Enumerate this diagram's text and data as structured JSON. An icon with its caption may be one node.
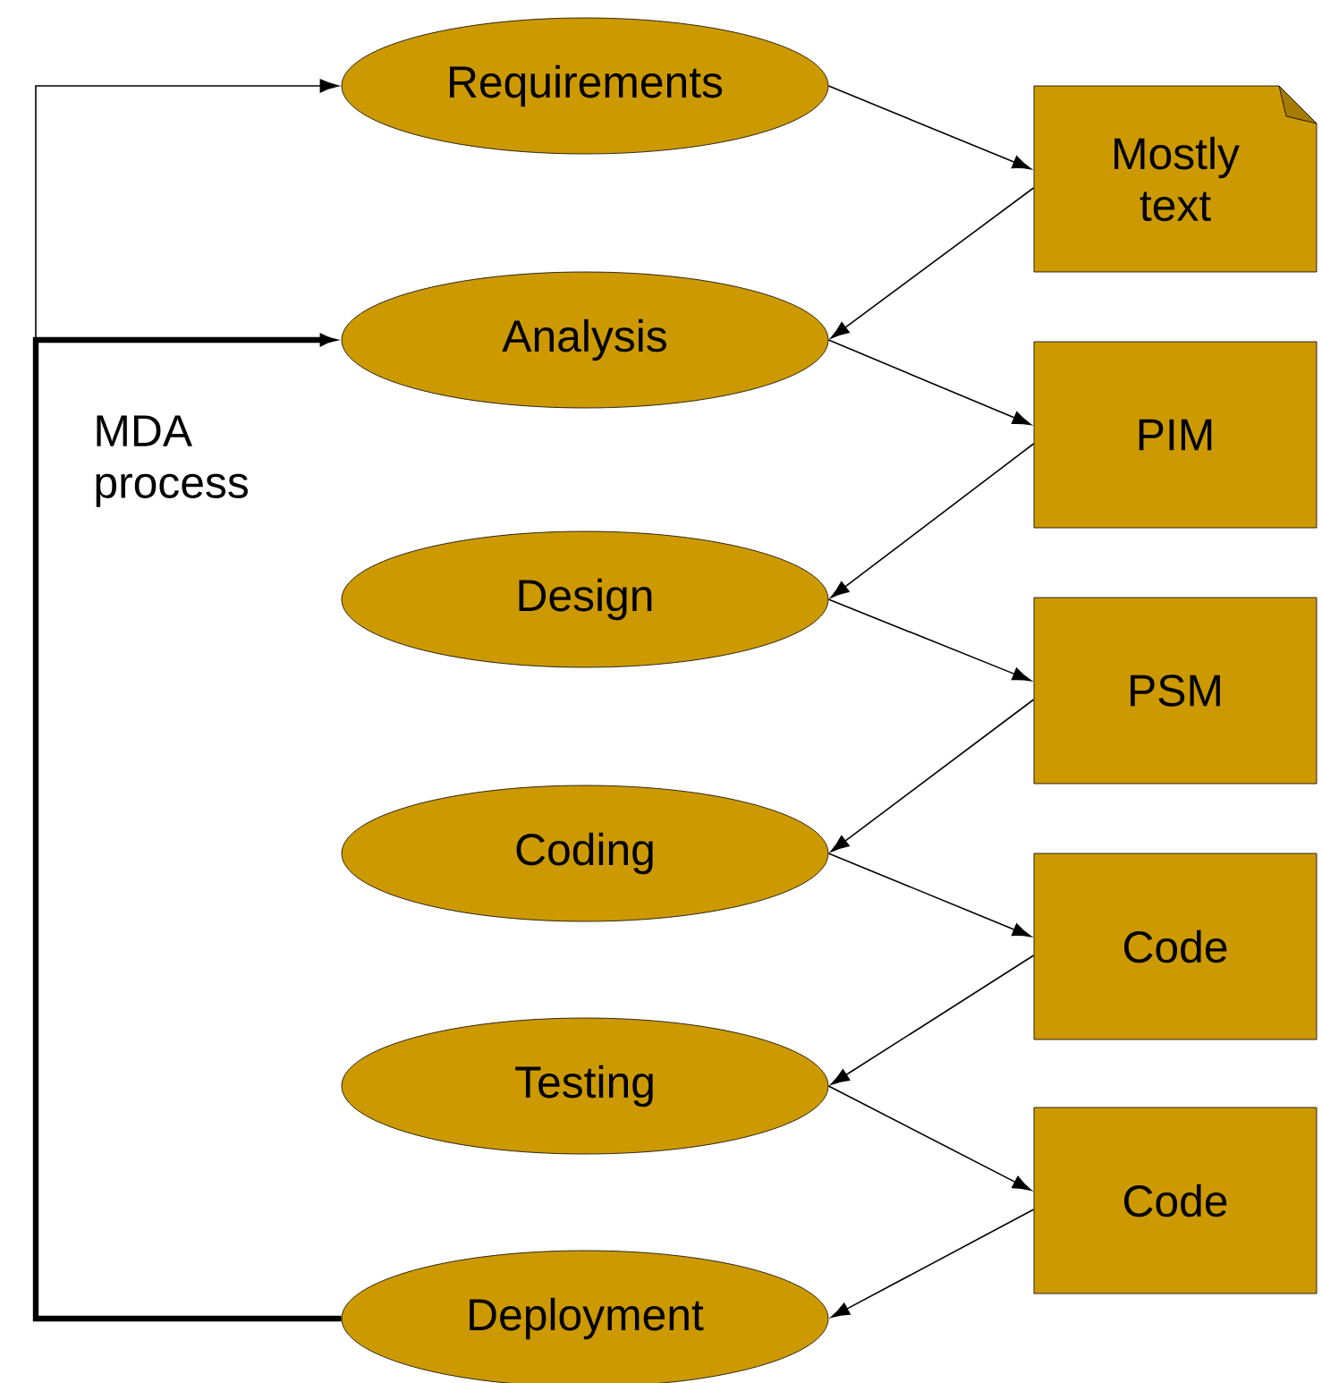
{
  "diagram": {
    "nodes": [
      {
        "text": [
          "Requirements"
        ]
      },
      {
        "text": [
          "Analysis"
        ]
      },
      {
        "text": [
          "Design"
        ]
      },
      {
        "text": [
          "Coding"
        ]
      },
      {
        "text": [
          "Testing"
        ]
      },
      {
        "text": [
          "Deployment"
        ]
      },
      {
        "text": [
          "Mostly text"
        ]
      },
      {
        "text": [
          "PIM"
        ]
      },
      {
        "text": [
          "PSM"
        ]
      },
      {
        "text": [
          "Code"
        ]
      },
      {
        "text": [
          "Code"
        ]
      }
    ],
    "edges": [
      {
        "from": 0,
        "to": 6,
        "arrow": "to"
      },
      {
        "from": 6,
        "to": 1,
        "arrow": "to"
      },
      {
        "from": 1,
        "to": 7,
        "arrow": "to"
      },
      {
        "from": 7,
        "to": 2,
        "arrow": "to"
      },
      {
        "from": 2,
        "to": 8,
        "arrow": "to"
      },
      {
        "from": 8,
        "to": 3,
        "arrow": "to"
      },
      {
        "from": 3,
        "to": 9,
        "arrow": "to"
      },
      {
        "from": 9,
        "to": 4,
        "arrow": "to"
      },
      {
        "from": 4,
        "to": 10,
        "arrow": "to"
      },
      {
        "from": 10,
        "to": 5,
        "arrow": "to"
      },
      {
        "from": 5,
        "to": 1,
        "arrow": "to",
        "style": "thick"
      },
      {
        "from": 5,
        "to": 0,
        "arrow": "to"
      }
    ],
    "labels": [
      "MDA process"
    ]
  }
}
